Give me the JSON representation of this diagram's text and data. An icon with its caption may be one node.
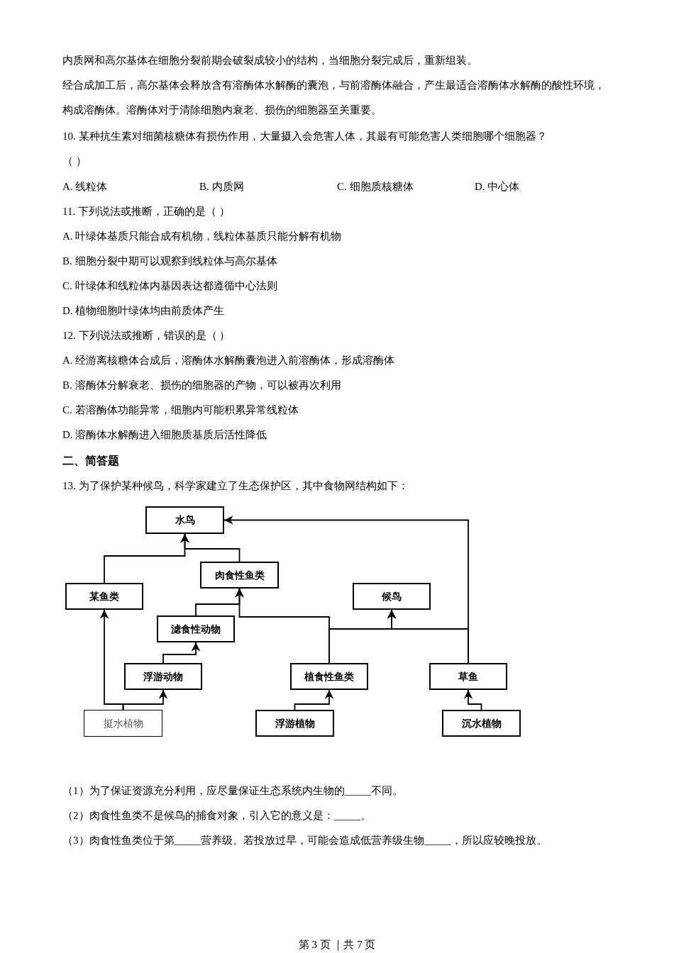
{
  "diagram": {
    "nodes": [
      {
        "text": [
          "水鸟"
        ]
      },
      {
        "text": [
          "肉食性鱼类"
        ]
      },
      {
        "text": [
          "某鱼类"
        ]
      },
      {
        "text": [
          "候鸟"
        ]
      },
      {
        "text": [
          "滤食性动物"
        ]
      },
      {
        "text": [
          "浮游动物"
        ]
      },
      {
        "text": [
          "植食性鱼类"
        ]
      },
      {
        "text": [
          "草鱼"
        ]
      },
      {
        "text": [
          "挺水植物"
        ]
      },
      {
        "text": [
          "浮游植物"
        ]
      },
      {
        "text": [
          "沉水植物"
        ]
      }
    ],
    "edges": [
      {
        "from": 2,
        "to": 0,
        "arrow": "to"
      },
      {
        "from": 1,
        "to": 0,
        "arrow": "to"
      },
      {
        "from": 7,
        "to": 0,
        "arrow": "to"
      },
      {
        "from": 7,
        "to": 3,
        "arrow": "to"
      },
      {
        "from": 6,
        "to": 3,
        "arrow": "to"
      },
      {
        "from": 6,
        "to": 1,
        "arrow": "to"
      },
      {
        "from": 4,
        "to": 1,
        "arrow": "to"
      },
      {
        "from": 5,
        "to": 4,
        "arrow": "to"
      },
      {
        "from": 8,
        "to": 5,
        "arrow": "to"
      },
      {
        "from": 8,
        "to": 2,
        "arrow": "to"
      },
      {
        "from": 9,
        "to": 6,
        "arrow": "to"
      },
      {
        "from": 10,
        "to": 7,
        "arrow": "to"
      }
    ],
    "labels": [
      "内质网和高尔基体在细胞分裂前期会破裂成较小的结构，当细胞分裂完成后，重新组装。",
      "经合成加工后，高尔基体会释放含有溶酶体水解酶的囊泡，与前溶酶体融合，产生最适合溶酶体水解酶的酸性环境，构成溶酶体。溶酶体对于清除细胞内衰老、损伤的细胞器至关重要。",
      "10. 某种抗生素对细菌核糖体有损伤作用，大量摄入会危害人体，其最有可能危害人类细胞哪个细胞器？",
      "（    ）",
      "A. 线粒体",
      "B. 内质网",
      "C. 细胞质核糖体",
      "D. 中心体",
      "11. 下列说法或推断，正确的是（    ）",
      "A. 叶绿体基质只能合成有机物，线粒体基质只能分解有机物",
      "B. 细胞分裂中期可以观察到线粒体与高尔基体",
      "C. 叶绿体和线粒体内基因表达都遵循中心法则",
      "D. 植物细胞叶绿体均由前质体产生",
      "12. 下列说法或推断，错误的是（    ）",
      "A. 经游离核糖体合成后，溶酶体水解酶囊泡进入前溶酶体，形成溶酶体",
      "B. 溶酶体分解衰老、损伤的细胞器的产物，可以被再次利用",
      "C. 若溶酶体功能异常，细胞内可能积累异常线粒体",
      "D. 溶酶体水解酶进入细胞质基质后活性降低",
      "二、简答题",
      "13. 为了保护某种候鸟，科学家建立了生态保护区，其中食物网结构如下：",
      "（1）为了保证资源充分利用，应尽量保证生态系统内生物的_____不同。",
      "（2）肉食性鱼类不是候鸟的捕食对象，引入它的意义是：_____。",
      "（3）肉食性鱼类位于第_____营养级。若投放过早，可能会造成低营养级生物_____，所以应较晚投放。",
      "第 3 页 ｜共 7 页"
    ]
  }
}
